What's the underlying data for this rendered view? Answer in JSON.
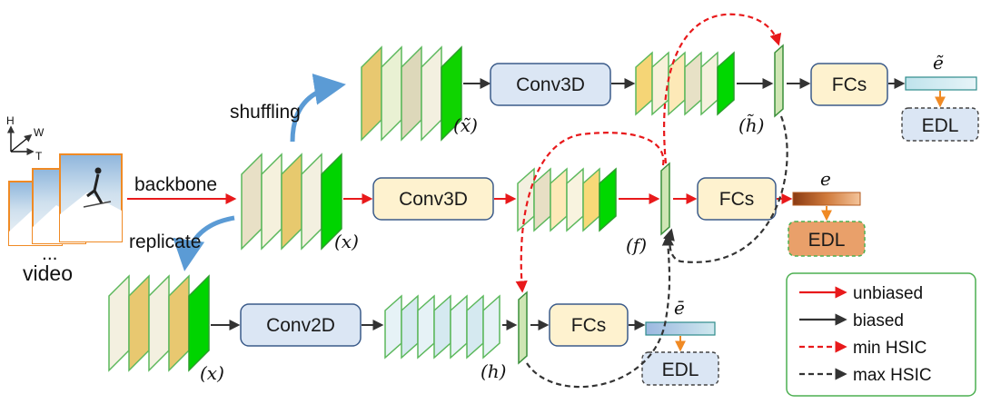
{
  "branches": {
    "shuffle": {
      "arrow_label": "shuffling",
      "input_symbol": "(x̃)",
      "conv": "Conv3D",
      "feature_symbol": "(h̃)",
      "fc": "FCs",
      "evidence": "ẽ",
      "head": "EDL"
    },
    "main": {
      "input_label": "video",
      "input_dots": "...",
      "backbone": "backbone",
      "input_symbol": "(x)",
      "conv": "Conv3D",
      "feature_symbol": "(f)",
      "fc": "FCs",
      "evidence": "e",
      "head": "EDL"
    },
    "replicate": {
      "arrow_label": "replicate",
      "input_symbol": "(x)",
      "conv": "Conv2D",
      "feature_symbol": "(h)",
      "fc": "FCs",
      "evidence": "ē",
      "head": "EDL"
    }
  },
  "axes": {
    "h": "H",
    "w": "W",
    "t": "T"
  },
  "legend": [
    {
      "label": "unbiased",
      "color": "#e8191b",
      "style": "solid"
    },
    {
      "label": "biased",
      "color": "#333333",
      "style": "solid"
    },
    {
      "label": "min HSIC",
      "color": "#e8191b",
      "style": "dashed"
    },
    {
      "label": "max HSIC",
      "color": "#333333",
      "style": "dashed"
    }
  ]
}
